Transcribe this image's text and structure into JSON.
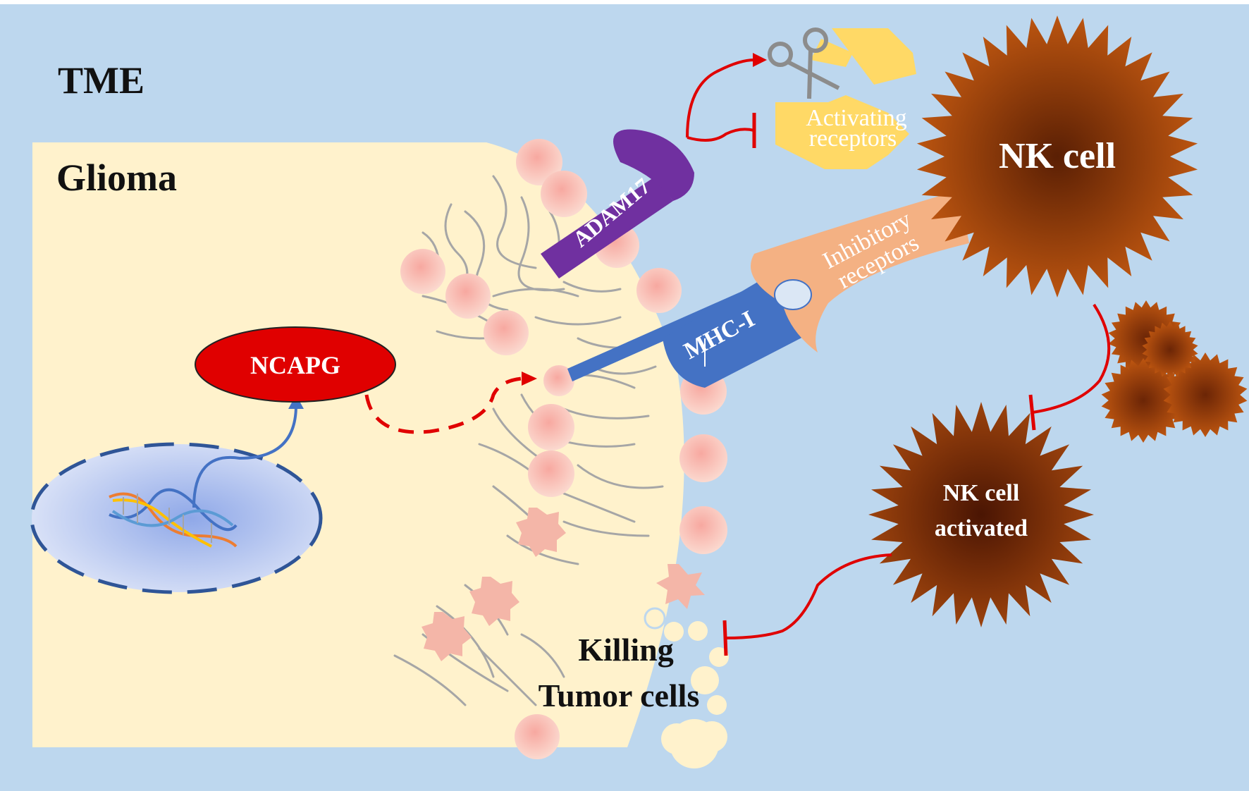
{
  "labels": {
    "tme": "TME",
    "glioma": "Glioma",
    "ncapg": "NCAPG",
    "adam17": "ADAM17",
    "mhc1": "MHC-I",
    "activating_line1": "Activating",
    "activating_line2": "receptors",
    "inhibitory_line1": "Inhibitory",
    "inhibitory_line2": "receptors",
    "nk_cell": "NK cell",
    "nk_activated_line1": "NK cell",
    "nk_activated_line2": "activated",
    "killing_line1": "Killing",
    "killing_line2": "Tumor cells"
  },
  "colors": {
    "tme_background": "#bdd7ee",
    "glioma_cell": "#fff2cc",
    "ncapg": "#e00000",
    "adam17": "#7030a0",
    "mhc1": "#4472c4",
    "activating_receptor": "#ffd966",
    "inhibitory_receptor": "#f4b183",
    "nk_cell": "#c55a11",
    "nk_activated": "#843c0c",
    "inhibit_arrow": "#e00000",
    "induce_arrow": "#4472c4",
    "lipid_head": "#f4b6a8",
    "nucleus": "#2f5597"
  },
  "icons": [
    "dna-icon",
    "scissors-icon"
  ]
}
